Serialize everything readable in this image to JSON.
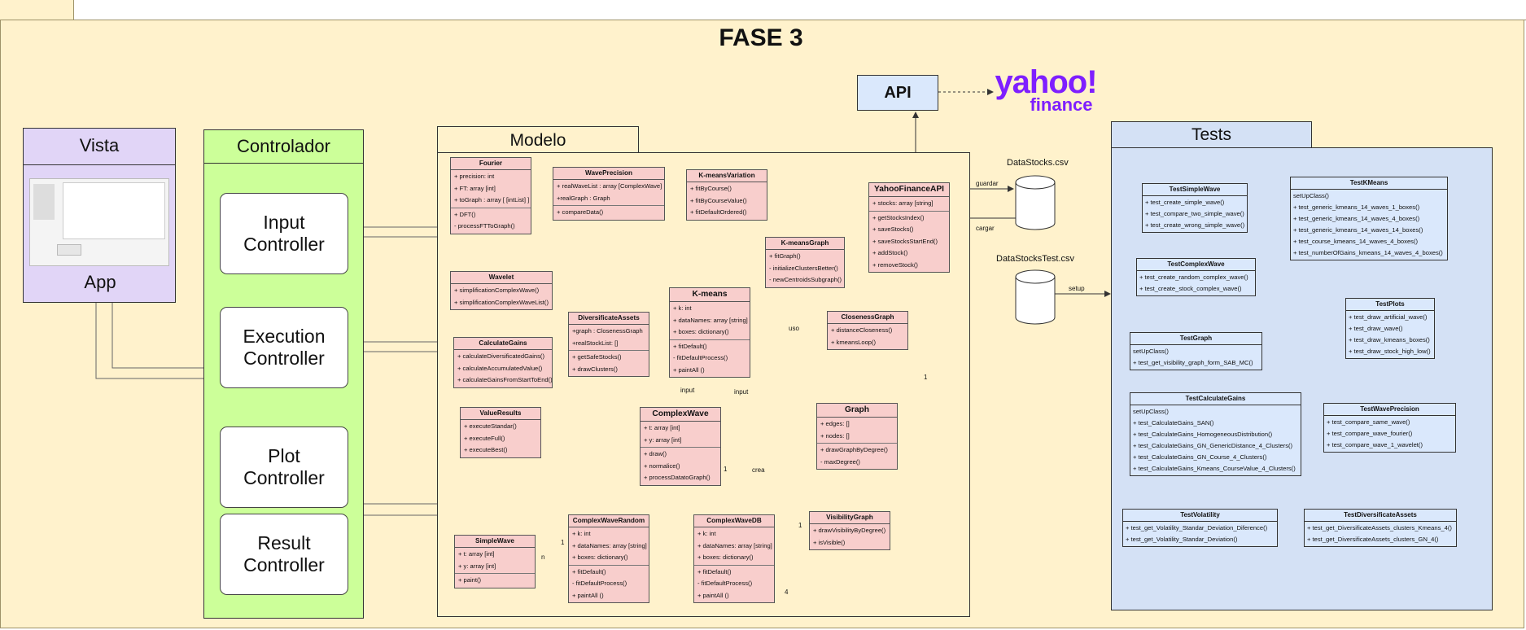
{
  "title": "FASE 3",
  "vista": {
    "header": "Vista",
    "footer": "App"
  },
  "controlador": {
    "header": "Controlador",
    "controllers": [
      "Input\nController",
      "Execution\nController",
      "Plot\nController",
      "Result\nController"
    ]
  },
  "modelo": {
    "header": "Modelo"
  },
  "tests": {
    "header": "Tests"
  },
  "api": {
    "label": "API",
    "provider_word1": "yahoo!",
    "provider_word2": "finance"
  },
  "datastores": {
    "main": "DataStocks.csv",
    "test": "DataStocksTest.csv"
  },
  "edge_labels": {
    "guardar": "guardar",
    "cargar": "cargar",
    "setup": "setup",
    "uso": "uso",
    "input1": "input",
    "input2": "input",
    "crea": "crea",
    "one_a": "1",
    "one_b": "1",
    "one_c": "1",
    "one_d": "1",
    "n": "n",
    "four": "4"
  },
  "model_classes": {
    "fourier": {
      "name": "Fourier",
      "attrs": [
        "+ precision: int",
        "+ FT: array [int]",
        "+ toGraph : array [ [intList] ]"
      ],
      "methods": [
        "+ DFT()",
        "- processFTToGraph()"
      ]
    },
    "waveprecision": {
      "name": "WavePrecision",
      "attrs": [
        "+ realWaveList : array [ComplexWave]",
        "+realGraph : Graph"
      ],
      "methods": [
        "+ compareData()"
      ]
    },
    "kmeansvariation": {
      "name": "K-meansVariation",
      "attrs": [],
      "methods": [
        "+ fitByCourse()",
        "+ fitByCourseValue()",
        "+ fitDefaultOrdered()"
      ]
    },
    "kmeansgraph": {
      "name": "K-meansGraph",
      "attrs": [],
      "methods": [
        "+ fitGraph()",
        "- initializeClustersBetter()",
        "- newCentroidsSubgraph()"
      ]
    },
    "yahoofinanceapi": {
      "name": "YahooFinanceAPI",
      "attrs": [
        "+ stocks: array [string]"
      ],
      "methods": [
        "+ getStocksIndex()",
        "+ saveStocks()",
        "+ saveStocksStartEnd()",
        "+ addStock()",
        "+ removeStock()"
      ]
    },
    "wavelet": {
      "name": "Wavelet",
      "attrs": [],
      "methods": [
        "+ simplificationComplexWave()",
        "+ simplificationComplexWaveList()"
      ]
    },
    "kmeans": {
      "name": "K-means",
      "attrs": [
        "+ k: int",
        "+ dataNames: array [string]",
        "+ boxes: dictionary()"
      ],
      "methods": [
        "+ fitDefault()",
        "- fitDefaultProcess()",
        "+ paintAll ()"
      ]
    },
    "diversificateassets": {
      "name": "DiversificateAssets",
      "attrs": [
        "+graph : ClosenessGraph",
        "+realStockList: []"
      ],
      "methods": [
        "+ getSafeStocks()",
        "+ drawClusters()"
      ]
    },
    "calculategains": {
      "name": "CalculateGains",
      "attrs": [],
      "methods": [
        "+ calculateDiversificatedGains()",
        "+ calculateAccumulatedValue()",
        "+ calculateGainsFromStartToEnd()"
      ]
    },
    "closenessgraph": {
      "name": "ClosenessGraph",
      "attrs": [],
      "methods": [
        "+ distanceCloseness()",
        "+ kmeansLoop()"
      ]
    },
    "valueresults": {
      "name": "ValueResults",
      "attrs": [],
      "methods": [
        "+ executeStandar()",
        "+ executeFull()",
        "+ executeBest()"
      ]
    },
    "complexwave": {
      "name": "ComplexWave",
      "attrs": [
        "+ t: array [int]",
        "+ y: array [int]"
      ],
      "methods": [
        "+ draw()",
        "+ normalice()",
        "+ processDatatoGraph()"
      ]
    },
    "graph": {
      "name": "Graph",
      "attrs": [
        "+ edges: []",
        "+ nodes: []"
      ],
      "methods": [
        "+ drawGraphByDegree()",
        "- maxDegree()"
      ]
    },
    "simplewave": {
      "name": "SimpleWave",
      "attrs": [
        "+ t: array [int]",
        "+ y: array [int]"
      ],
      "methods": [
        "+ paint()"
      ]
    },
    "complexwaverandom": {
      "name": "ComplexWaveRandom",
      "attrs": [
        "+ k: int",
        "+ dataNames: array [string]",
        "+ boxes: dictionary()"
      ],
      "methods": [
        "+ fitDefault()",
        "- fitDefaultProcess()",
        "+ paintAll ()"
      ]
    },
    "complexwavedb": {
      "name": "ComplexWaveDB",
      "attrs": [
        "+ k: int",
        "+ dataNames: array [string]",
        "+ boxes: dictionary()"
      ],
      "methods": [
        "+ fitDefault()",
        "- fitDefaultProcess()",
        "+ paintAll ()"
      ]
    },
    "visibilitygraph": {
      "name": "VisibilityGraph",
      "attrs": [],
      "methods": [
        "+ drawVisibilityByDegree()",
        "+ isVisible()"
      ]
    }
  },
  "test_classes": {
    "testsimplewave": {
      "name": "TestSimpleWave",
      "items": [
        "+ test_create_simple_wave()",
        "+ test_compare_two_simple_wave()",
        "+ test_create_wrong_simple_wave()"
      ]
    },
    "testkmeans": {
      "name": "TestKMeans",
      "items": [
        "setUpClass()",
        "+ test_generic_kmeans_14_waves_1_boxes()",
        "+ test_generic_kmeans_14_waves_4_boxes()",
        "+ test_generic_kmeans_14_waves_14_boxes()",
        "+ test_course_kmeans_14_waves_4_boxes()",
        "+ test_numberOfGains_kmeans_14_waves_4_boxes()"
      ]
    },
    "testcomplexwave": {
      "name": "TestComplexWave",
      "items": [
        "+ test_create_random_complex_wave()",
        "+ test_create_stock_complex_wave()"
      ]
    },
    "testplots": {
      "name": "TestPlots",
      "items": [
        "+ test_draw_artificial_wave()",
        "+ test_draw_wave()",
        "+ test_draw_kmeans_boxes()",
        "+ test_draw_stock_high_low()"
      ]
    },
    "testgraph": {
      "name": "TestGraph",
      "items": [
        "setUpClass()",
        "+ test_get_visibility_graph_form_SAB_MC()"
      ]
    },
    "testcalculategains": {
      "name": "TestCalculateGains",
      "items": [
        "setUpClass()",
        "+ test_CalculateGains_SAN()",
        "+ test_CalculateGains_HomogeneousDistribution()",
        "+ test_CalculateGains_GN_GenericDistance_4_Clusters()",
        "+ test_CalculateGains_GN_Course_4_Clusters()",
        "+ test_CalculateGains_Kmeans_CourseValue_4_Clusters()"
      ]
    },
    "testwaveprecision": {
      "name": "TestWavePrecision",
      "items": [
        "+ test_compare_same_wave()",
        "+ test_compare_wave_fourier()",
        "+ test_compare_wave_1_wavelet()"
      ]
    },
    "testvolatility": {
      "name": "TestVolatility",
      "items": [
        "+ test_get_Volatility_Standar_Deviation_Diference()",
        "+ test_get_Volatility_Standar_Deviation()"
      ]
    },
    "testdiversificateassets": {
      "name": "TestDiversificateAssets",
      "items": [
        "+ test_get_DiversificateAssets_clusters_Kmeans_4()",
        "+ test_get_DiversificateAssets_clusters_GN_4()"
      ]
    }
  }
}
